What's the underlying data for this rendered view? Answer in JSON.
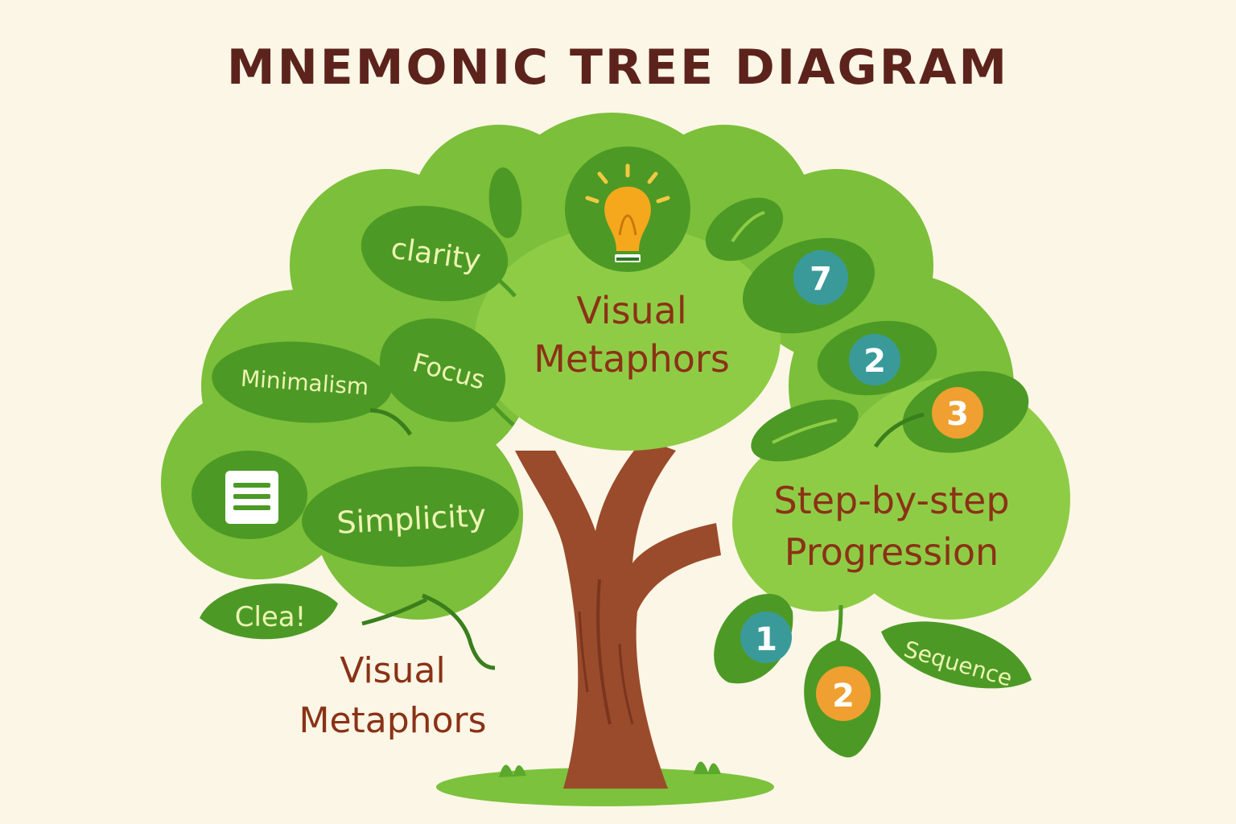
{
  "title": "MNEMONIC TREE DIAGRAM",
  "colors": {
    "background": "#fbf6e6",
    "title": "#5c231c",
    "canopy": "#7cbf3a",
    "canopy_light": "#8fcc46",
    "leaf_dark": "#4c9a25",
    "leaf_text": "#eef4b4",
    "trunk": "#9a4b2b",
    "branch_label": "#8a3216",
    "badge_teal": "#3a9a9a",
    "badge_orange": "#f0a030"
  },
  "branches": {
    "visual_metaphors_top": {
      "line1": "Visual",
      "line2": "Metaphors"
    },
    "visual_metaphors_bottom": {
      "line1": "Visual",
      "line2": "Metaphors"
    },
    "step_by_step": {
      "line1": "Step-by-step",
      "line2": "Progression"
    }
  },
  "leaves": {
    "clarity": "clarity",
    "focus": "Focus",
    "minimalism": "Minimalism",
    "simplicity": "Simplicity",
    "clear": "Clea!",
    "sequence": "Sequence"
  },
  "numbers": {
    "upper_1": "7",
    "upper_2": "2",
    "upper_3": "3",
    "lower_1": "1",
    "lower_2": "2"
  },
  "icons": {
    "top": "lightbulb-icon",
    "left": "document-list-icon"
  }
}
